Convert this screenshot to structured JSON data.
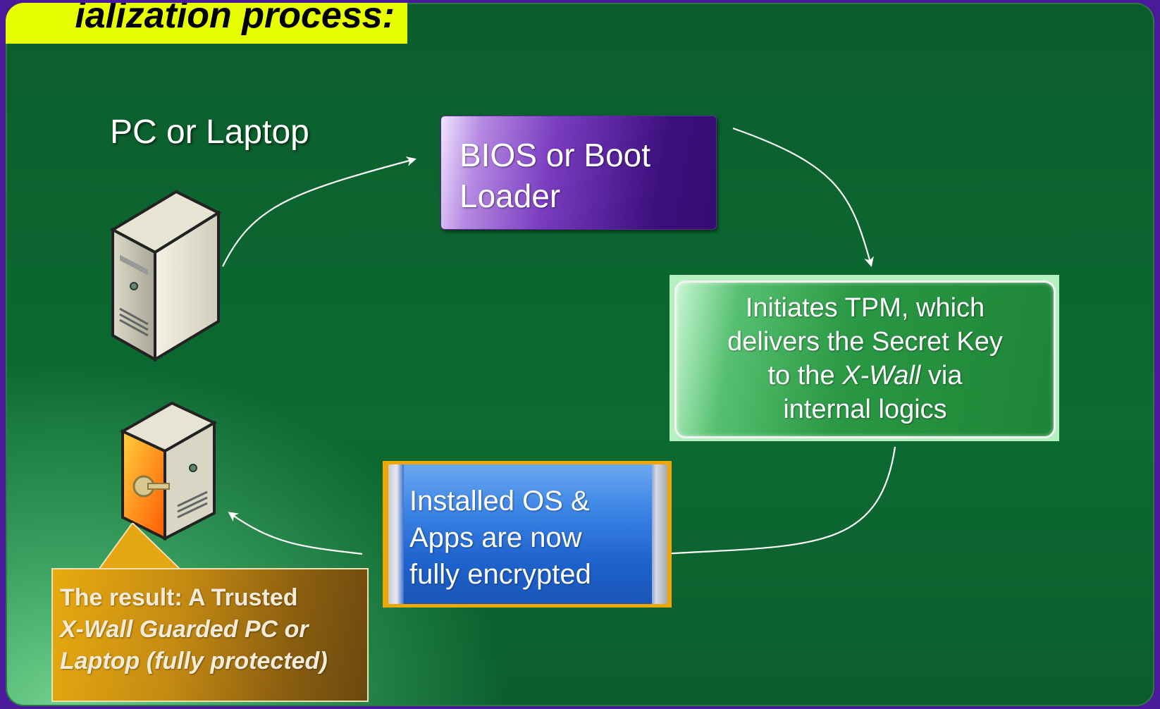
{
  "title": "ialization process:",
  "pc_label": "PC or Laptop",
  "bios": {
    "line1": "BIOS or Boot",
    "line2": "Loader"
  },
  "tpm": {
    "line1": "Initiates TPM, which",
    "line2": "delivers the Secret Key",
    "line3_pre": "to the ",
    "line3_em": "X-Wall",
    "line3_post": " via",
    "line4": "internal logics"
  },
  "os": {
    "line1": "Installed OS &",
    "line2": "Apps are now",
    "line3": "fully encrypted"
  },
  "result": {
    "line1": "The result:  A Trusted",
    "line2": "X-Wall Guarded PC or",
    "line3": "Laptop (fully protected)"
  },
  "icons": [
    "computer-tower-icon",
    "encrypted-computer-key-icon"
  ],
  "colors": {
    "title_bg": "#e8ff00",
    "slide_bg": "#0b5e2c",
    "bios_box": "#3d0f7e",
    "tpm_box": "#2a9844",
    "os_box": "#2a72e0",
    "result_box": "#c48a12"
  }
}
